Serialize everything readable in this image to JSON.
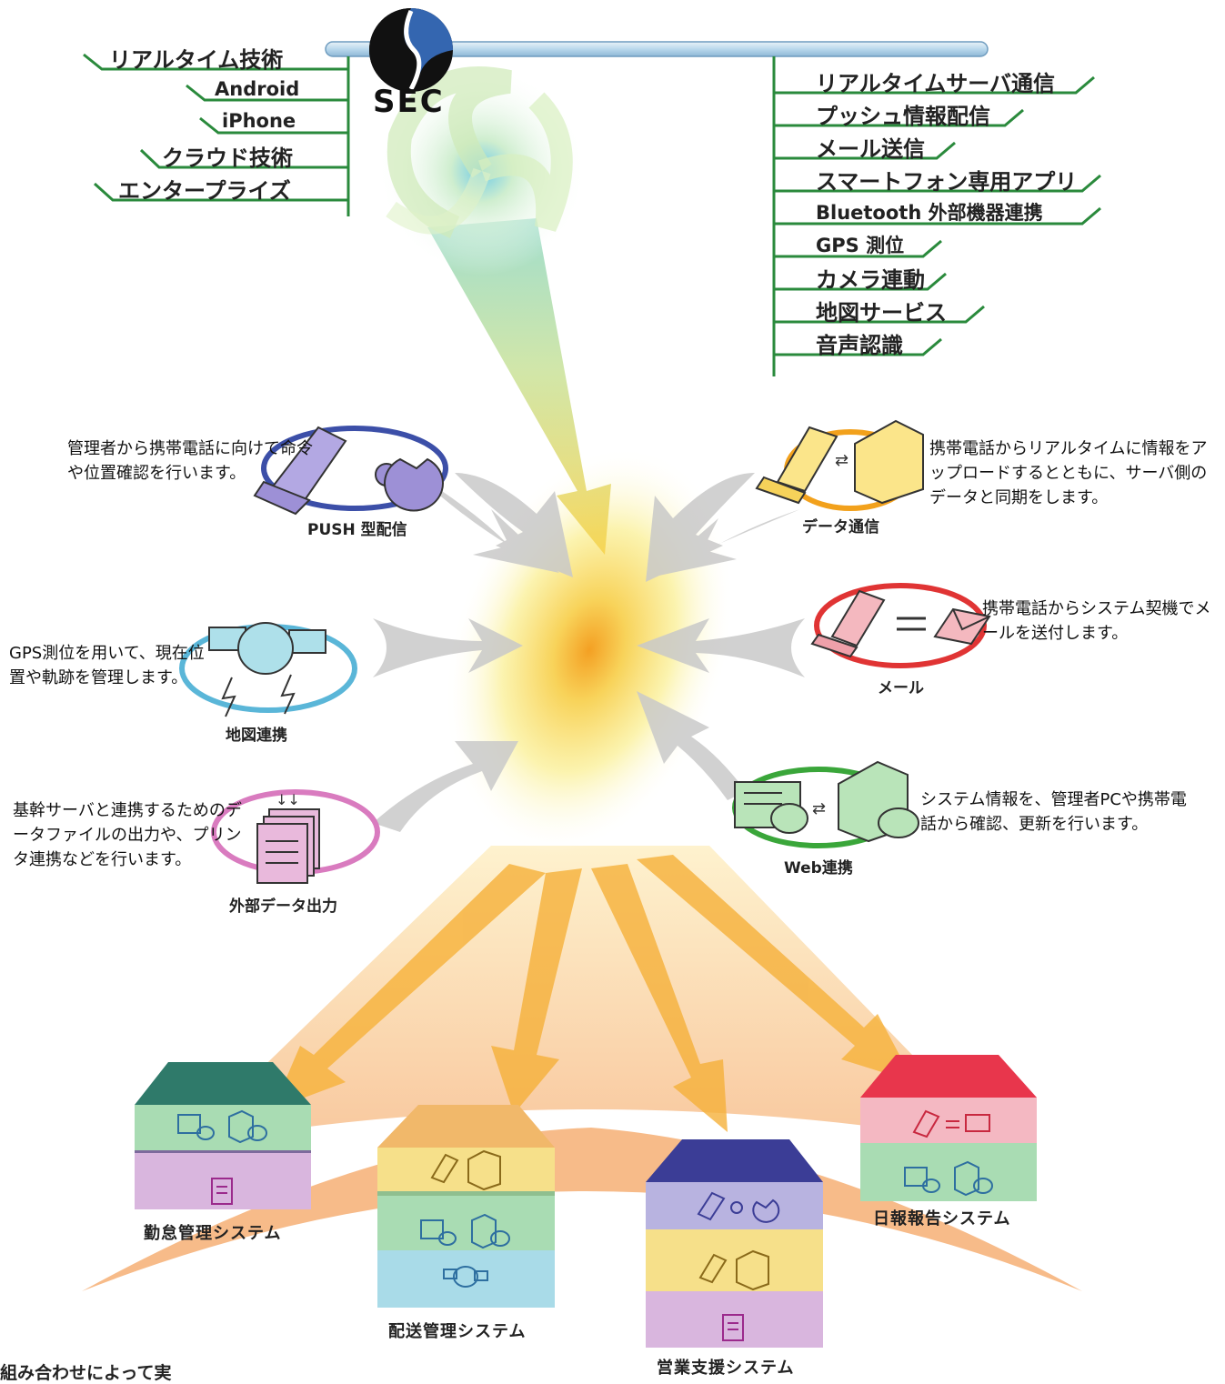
{
  "logo": {
    "text": "SEC"
  },
  "left_technologies": [
    "リアルタイム技術",
    "Android",
    "iPhone",
    "クラウド技術",
    "エンタープライズ"
  ],
  "right_technologies": [
    "リアルタイムサーバ通信",
    "プッシュ情報配信",
    "メール送信",
    "スマートフォン専用アプリ",
    "Bluetooth 外部機器連携",
    "GPS 測位",
    "カメラ連動",
    "地図サービス",
    "音声認識"
  ],
  "functions": {
    "push": {
      "label": "PUSH 型配信",
      "desc": "管理者から携帯電話に向けて命令や位置確認を行います。",
      "color": "#3c4fa8"
    },
    "data": {
      "label": "データ通信",
      "desc": "携帯電話からリアルタイムに情報をアップロードするとともに、サーバ側のデータと同期をします。",
      "color": "#f2a11c"
    },
    "map": {
      "label": "地図連携",
      "desc": "GPS測位を用いて、現在位置や軌跡を管理します。",
      "color": "#5ab6d8"
    },
    "mail": {
      "label": "メール",
      "desc": "携帯電話からシステム契機でメールを送付します。",
      "color": "#e03434"
    },
    "output": {
      "label": "外部データ出力",
      "desc": "基幹サーバと連携するためのデータファイルの出力や、プリンタ連携などを行います。",
      "color": "#d97bbf"
    },
    "web": {
      "label": "Web連携",
      "desc": "システム情報を、管理者PCや携帯電話から確認、更新を行います。",
      "color": "#3aa63a"
    }
  },
  "systems": [
    {
      "label": "勤怠管理システム"
    },
    {
      "label": "配送管理システム"
    },
    {
      "label": "営業支援システム"
    },
    {
      "label": "日報報告システム"
    }
  ],
  "footer_partial": "組み合わせによって実"
}
